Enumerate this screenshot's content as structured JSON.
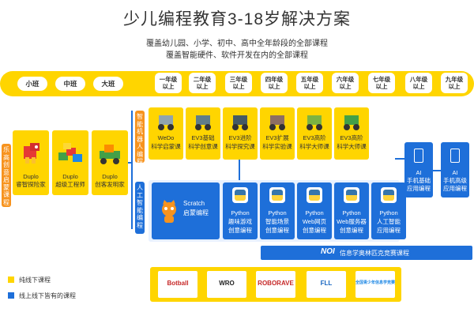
{
  "header": {
    "title": "少儿编程教育3-18岁解决方案",
    "subtitle_1": "覆盖幼儿园、小学、初中、高中全年龄段的全部课程",
    "subtitle_2": "覆盖智能硬件、软件开发在内的全部课程"
  },
  "age_band": {
    "kindergarten": [
      "小班",
      "中班",
      "大班"
    ],
    "grades": [
      "一年级\n以上",
      "二年级\n以上",
      "三年级\n以上",
      "四年级\n以上",
      "五年级\n以上",
      "六年级\n以上",
      "七年级\n以上",
      "八年级\n以上",
      "九年级\n以上"
    ]
  },
  "side_labels": {
    "lego": "乐高创意启蒙课程",
    "robot": "智能机器人编程",
    "ai": "人工智能编程"
  },
  "lego_courses": [
    {
      "name": "Duplo",
      "desc": "睿智探险家"
    },
    {
      "name": "Duplo",
      "desc": "超级工程师"
    },
    {
      "name": "Duplo",
      "desc": "创客发明家"
    }
  ],
  "robot_courses": [
    {
      "name": "WeDo",
      "desc": "科学启蒙课"
    },
    {
      "name": "EV3基础",
      "desc": "科学创意课"
    },
    {
      "name": "EV3进阶",
      "desc": "科学探究课"
    },
    {
      "name": "EV3扩展",
      "desc": "科学实验课"
    },
    {
      "name": "EV3高阶",
      "desc": "科学大师课"
    },
    {
      "name": "EV3高阶",
      "desc": "科学大师课"
    }
  ],
  "ai_courses": {
    "scratch": {
      "name": "Scratch",
      "desc": "启蒙编程"
    },
    "python": [
      {
        "name": "Python",
        "l1": "趣味游戏",
        "l2": "创意编程"
      },
      {
        "name": "Python",
        "l1": "智能场景",
        "l2": "创意编程"
      },
      {
        "name": "Python",
        "l1": "Web网页",
        "l2": "创意编程"
      },
      {
        "name": "Python",
        "l1": "Web服务器",
        "l2": "创意编程"
      },
      {
        "name": "Python",
        "l1": "人工智能",
        "l2": "应用编程"
      }
    ]
  },
  "app_courses": [
    {
      "name": "AI",
      "l1": "手机基础",
      "l2": "应用编程"
    },
    {
      "name": "AI",
      "l1": "手机高级",
      "l2": "应用编程"
    }
  ],
  "noi_bar": {
    "badge": "NOI",
    "label": "信息学奥林匹克竞赛课程"
  },
  "competitions": [
    "Botball",
    "WRO",
    "ROBORAVE",
    "FLL",
    "全国青少年信息学竞赛"
  ],
  "legend": [
    {
      "label": "纯线下课程",
      "color": "#ffd500"
    },
    {
      "label": "线上线下皆有的课程",
      "color": "#1e6fd9"
    }
  ],
  "colors": {
    "yellow": "#ffd500",
    "orange": "#f7931e",
    "blue": "#1e6fd9",
    "light_blue": "#e8f1ff"
  }
}
